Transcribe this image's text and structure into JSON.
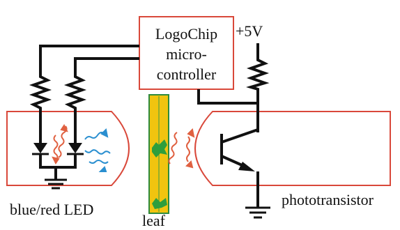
{
  "chip": {
    "line1": "LogoChip",
    "line2": "micro-",
    "line3": "controller"
  },
  "supply_label": "+5V",
  "led_label": "blue/red LED",
  "leaf_label": "leaf",
  "phototransistor_label": "phototransistor",
  "colors": {
    "wire": "#111111",
    "box_outline": "#d9483a",
    "leaf_fill": "#f1c40f",
    "leaf_outline": "#2e8b3d",
    "red_light": "#e06040",
    "blue_light": "#2a8fd0"
  }
}
